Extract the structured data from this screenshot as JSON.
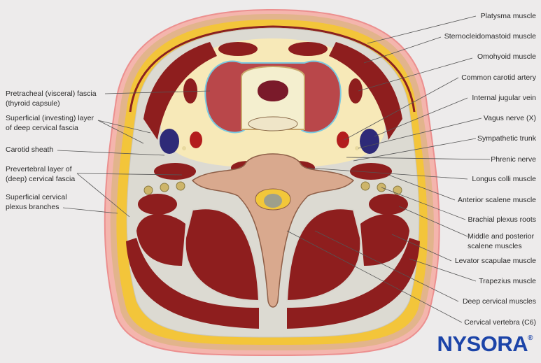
{
  "left_labels": [
    {
      "line1": "Pretracheal (visceral) fascia",
      "line2": "(thyroid capsule)"
    },
    {
      "line1": "Superficial (investing) layer",
      "line2": "of deep cervical fascia"
    },
    {
      "line1": "Carotid sheath",
      "line2": ""
    },
    {
      "line1": "Prevertebral layer of",
      "line2": "(deep) cervical fascia"
    },
    {
      "line1": "Superficial cervical",
      "line2": "plexus branches"
    }
  ],
  "right_labels": [
    {
      "line1": "Platysma muscle"
    },
    {
      "line1": "Sternocleidomastoid muscle"
    },
    {
      "line1": "Omohyoid muscle"
    },
    {
      "line1": "Common carotid artery"
    },
    {
      "line1": "Internal jugular vein"
    },
    {
      "line1": "Vagus nerve (X)"
    },
    {
      "line1": "Sympathetic trunk"
    },
    {
      "line1": "Phrenic nerve"
    },
    {
      "line1": "Longus colli muscle"
    },
    {
      "line1": "Anterior scalene muscle"
    },
    {
      "line1": "Brachial plexus roots"
    },
    {
      "line1": "Middle and posterior",
      "line2": "scalene muscles"
    },
    {
      "line1": "Levator scapulae muscle"
    },
    {
      "line1": "Trapezius muscle"
    },
    {
      "line1": "Deep cervical muscles"
    },
    {
      "line1": "Cervical vertebra (C6)"
    }
  ],
  "logo": {
    "text": "NYSORA",
    "mark": "®"
  },
  "colors": {
    "skin": "#f2a0a0",
    "fat": "#f2c434",
    "muscle": "#8e1e1e",
    "fascia": "#e8e6e0",
    "bone": "#d9a98e",
    "artery": "#b31d1d",
    "vein": "#2e2a78",
    "logo": "#1c44a8"
  }
}
